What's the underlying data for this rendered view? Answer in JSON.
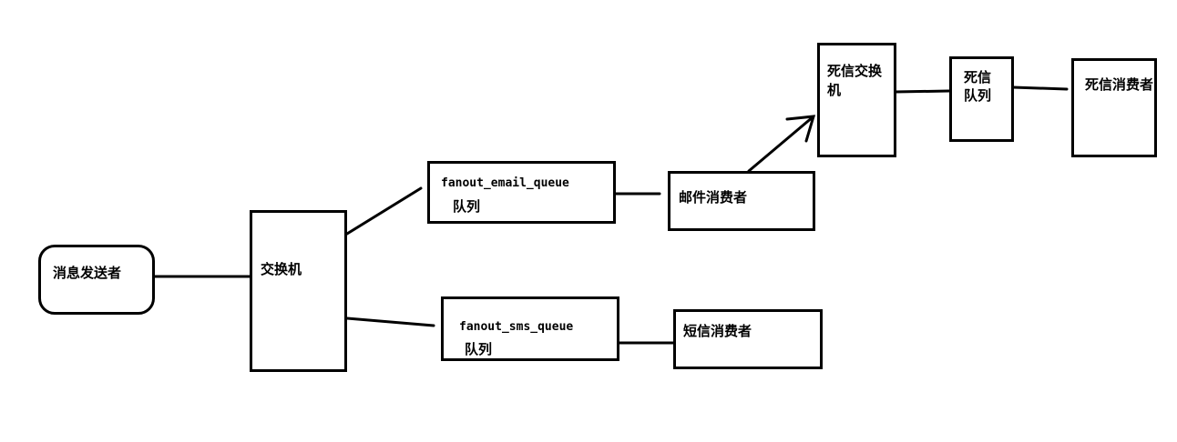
{
  "nodes": {
    "sender": "消息发送者",
    "exchange": "交换机",
    "email_queue_name": "fanout_email_queue",
    "email_queue_suffix": "队列",
    "sms_queue_name": "fanout_sms_queue",
    "sms_queue_suffix": "队列",
    "email_consumer": "邮件消费者",
    "sms_consumer": "短信消费者",
    "dlx_line1": "死信交换",
    "dlx_line2": "机",
    "dlq_line1": "死信",
    "dlq_line2": "队列",
    "dl_consumer": "死信消费者"
  },
  "colors": {
    "stroke": "#000000",
    "background": "#ffffff"
  }
}
